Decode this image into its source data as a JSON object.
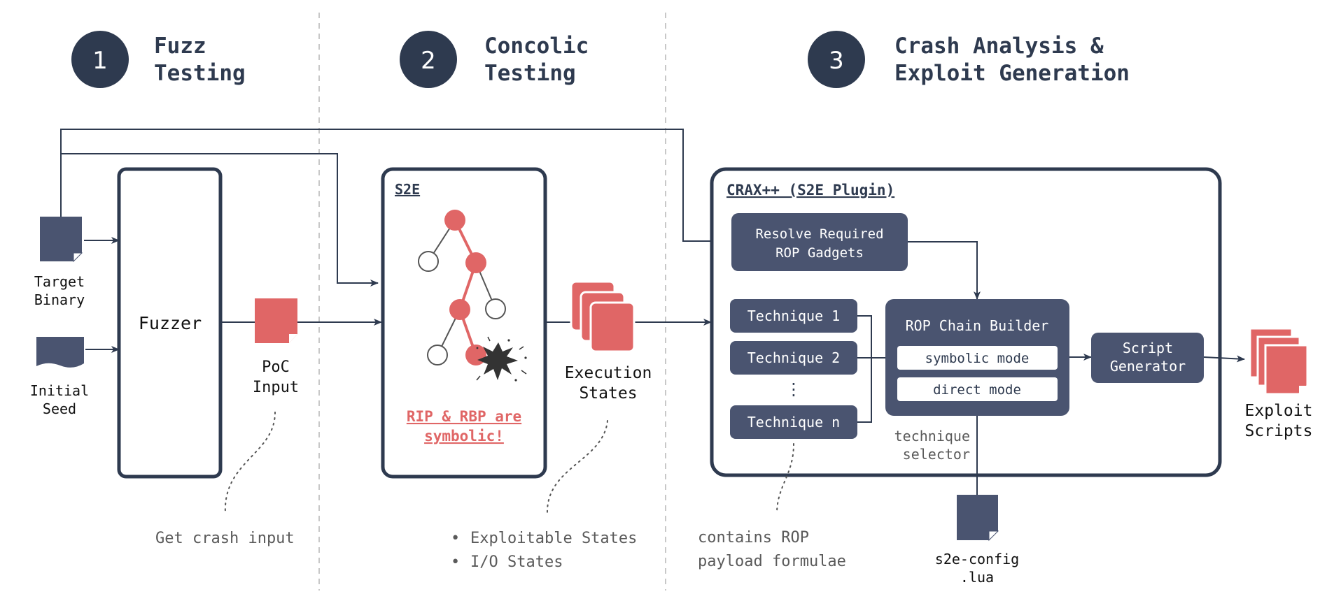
{
  "colors": {
    "navy": "#2e3a4f",
    "slate": "#4a5470",
    "red": "#e06666",
    "gray": "#5a5a5a",
    "dash": "#c8c8c8",
    "white": "#ffffff"
  },
  "stages": [
    {
      "number": "1",
      "title_line1": "Fuzz",
      "title_line2": "Testing"
    },
    {
      "number": "2",
      "title_line1": "Concolic",
      "title_line2": "Testing"
    },
    {
      "number": "3",
      "title_line1": "Crash Analysis &",
      "title_line2": "Exploit Generation"
    }
  ],
  "inputs": {
    "target_binary_line1": "Target",
    "target_binary_line2": "Binary",
    "initial_seed_line1": "Initial",
    "initial_seed_line2": "Seed"
  },
  "fuzzer": {
    "label": "Fuzzer"
  },
  "poc": {
    "line1": "PoC",
    "line2": "Input"
  },
  "s2e": {
    "title": "S2E",
    "note_line1": "RIP & RBP are",
    "note_line2": "symbolic!"
  },
  "exec_states": {
    "line1": "Execution",
    "line2": "States"
  },
  "crax": {
    "title": "CRAX++ (S2E Plugin)",
    "resolve_line1": "Resolve Required",
    "resolve_line2": "ROP Gadgets",
    "techniques": [
      "Technique 1",
      "Technique 2",
      "Technique n"
    ],
    "ellipsis": "⋮",
    "rop_builder": "ROP Chain Builder",
    "symbolic_mode": "symbolic mode",
    "direct_mode": "direct mode",
    "selector_line1": "technique",
    "selector_line2": "selector",
    "script_gen_line1": "Script",
    "script_gen_line2": "Generator"
  },
  "config_file": {
    "line1": "s2e-config",
    "line2": ".lua"
  },
  "exploit_scripts": {
    "line1": "Exploit",
    "line2": "Scripts"
  },
  "annotations": {
    "crash_input": "Get crash input",
    "states_item1": "Exploitable States",
    "states_item2": "I/O States",
    "bullet": "•",
    "rop_note_line1": "contains ROP",
    "rop_note_line2": "payload formulae"
  }
}
